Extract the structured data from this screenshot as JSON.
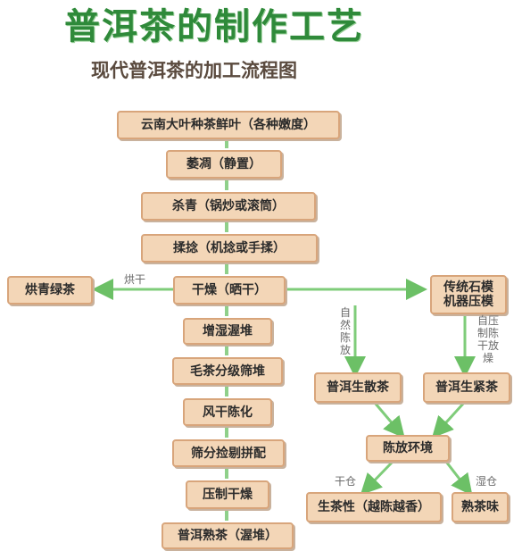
{
  "title": "普洱茶的制作工艺",
  "subtitle": "现代普洱茶的加工流程图",
  "colors": {
    "title": "#2f8a3a",
    "box_fill": "#f3d6b7",
    "box_border": "#d8a57b",
    "arrow": "#8fd08a"
  },
  "steps": {
    "fresh_leaves": "云南大叶种茶鲜叶（各种嫩度）",
    "withering": "萎凋（静置）",
    "fixing": "杀青（锅炒或滚筒）",
    "rolling": "揉捻（机捻或手揉）",
    "drying": "干燥（晒干）",
    "piling": "增湿渥堆",
    "grading": "毛茶分级筛堆",
    "air_dry": "风干陈化",
    "sorting": "筛分捡剔拼配",
    "pressing": "压制干燥",
    "ripe_tea": "普洱熟茶（渥堆）",
    "green_tea": "烘青绿茶",
    "stone_press_line1": "传统石模",
    "stone_press_line2": "机器压模",
    "raw_loose": "普洱生散茶",
    "raw_compressed": "普洱生紧茶",
    "storage": "陈放环境",
    "raw_character": "生茶性（越陈越香）",
    "ripe_flavor": "熟茶味"
  },
  "labels": {
    "bake_dry": "烘干",
    "natural_aging": "自然陈放",
    "self_press_aging": "自压制陈干放燥",
    "dry_storage": "干仓",
    "wet_storage": "湿仓"
  }
}
